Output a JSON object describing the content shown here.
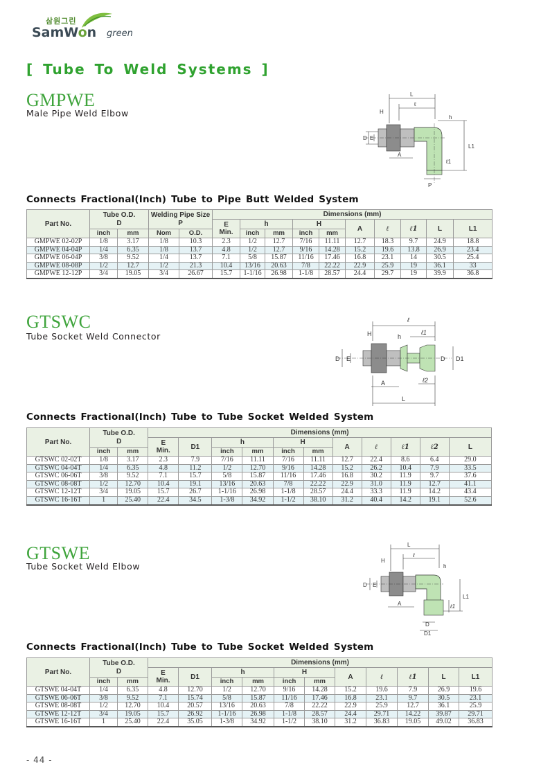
{
  "logo": {
    "korean": "삼원그린",
    "name_a": "SamW",
    "name_b": "o",
    "name_c": "n",
    "green": "green"
  },
  "section_title": "[ Tube To Weld Systems ]",
  "products": [
    {
      "code": "GMPWE",
      "subtitle": "Male Pipe Weld Elbow",
      "connects": "Connects Fractional(Inch) Tube to Pipe Butt Welded System",
      "header": {
        "part_no": "Part No.",
        "tube_od": "Tube O.D.",
        "tube_od_sym": "D",
        "welding": "Welding Pipe Size",
        "welding_sym": "P",
        "dimensions": "Dimensions (mm)",
        "e": "E",
        "e_min": "Min.",
        "h_small": "h",
        "h_big": "H",
        "inch": "inch",
        "mm": "mm",
        "nom": "Nom",
        "od": "O.D.",
        "a": "A",
        "l_script": "ℓ",
        "l1_script": "ℓ1",
        "L": "L",
        "L1": "L1"
      },
      "rows": [
        [
          "GMPWE 02-02P",
          "1/8",
          "3.17",
          "1/8",
          "10.3",
          "2.3",
          "1/2",
          "12.7",
          "7/16",
          "11.11",
          "12.7",
          "18.3",
          "9.7",
          "24.9",
          "18.8"
        ],
        [
          "GMPWE 04-04P",
          "1/4",
          "6.35",
          "1/8",
          "13.7",
          "4.8",
          "1/2",
          "12.7",
          "9/16",
          "14.28",
          "15.2",
          "19.6",
          "13.8",
          "26.9",
          "23.4"
        ],
        [
          "GMPWE 06-04P",
          "3/8",
          "9.52",
          "1/4",
          "13.7",
          "7.1",
          "5/8",
          "15.87",
          "11/16",
          "17.46",
          "16.8",
          "23.1",
          "14",
          "30.5",
          "25.4"
        ],
        [
          "GMPWE 08-08P",
          "1/2",
          "12.7",
          "1/2",
          "21.3",
          "10.4",
          "13/16",
          "20.63",
          "7/8",
          "22.22",
          "22.9",
          "25.9",
          "19",
          "36.1",
          "33"
        ],
        [
          "GMPWE 12-12P",
          "3/4",
          "19.05",
          "3/4",
          "26.67",
          "15.7",
          "1-1/16",
          "26.98",
          "1-1/8",
          "28.57",
          "24.4",
          "29.7",
          "19",
          "39.9",
          "36.8"
        ]
      ]
    },
    {
      "code": "GTSWC",
      "subtitle": "Tube Socket Weld Connector",
      "connects": "Connects Fractional(Inch) Tube to Tube Socket Welded System",
      "header": {
        "part_no": "Part No.",
        "tube_od": "Tube O.D.",
        "tube_od_sym": "D",
        "dimensions": "Dimensions (mm)",
        "e": "E",
        "e_min": "Min.",
        "d1": "D1",
        "h_small": "h",
        "h_big": "H",
        "inch": "inch",
        "mm": "mm",
        "a": "A",
        "l_script": "ℓ",
        "l1_script": "ℓ1",
        "l2_script": "ℓ2",
        "L": "L"
      },
      "rows": [
        [
          "GTSWC 02-02T",
          "1/8",
          "3.17",
          "2.3",
          "7.9",
          "7/16",
          "11.11",
          "7/16",
          "11.11",
          "12.7",
          "22.4",
          "8.6",
          "6.4",
          "29.0"
        ],
        [
          "GTSWC 04-04T",
          "1/4",
          "6.35",
          "4.8",
          "11.2",
          "1/2",
          "12.70",
          "9/16",
          "14.28",
          "15.2",
          "26.2",
          "10.4",
          "7.9",
          "33.5"
        ],
        [
          "GTSWC 06-06T",
          "3/8",
          "9.52",
          "7.1",
          "15.7",
          "5/8",
          "15.87",
          "11/16",
          "17.46",
          "16.8",
          "30.2",
          "11.9",
          "9.7",
          "37.6"
        ],
        [
          "GTSWC 08-08T",
          "1/2",
          "12.70",
          "10.4",
          "19.1",
          "13/16",
          "20.63",
          "7/8",
          "22.22",
          "22.9",
          "31.0",
          "11.9",
          "12.7",
          "41.1"
        ],
        [
          "GTSWC 12-12T",
          "3/4",
          "19.05",
          "15.7",
          "26.7",
          "1-1/16",
          "26.98",
          "1-1/8",
          "28.57",
          "24.4",
          "33.3",
          "11.9",
          "14.2",
          "43.4"
        ],
        [
          "GTSWC 16-16T",
          "1",
          "25.40",
          "22.4",
          "34.5",
          "1-3/8",
          "34.92",
          "1-1/2",
          "38.10",
          "31.2",
          "40.4",
          "14.2",
          "19.1",
          "52.6"
        ]
      ]
    },
    {
      "code": "GTSWE",
      "subtitle": "Tube Socket Weld Elbow",
      "connects": "Connects Fractional(Inch) Tube to Tube Socket Welded System",
      "header": {
        "part_no": "Part No.",
        "tube_od": "Tube O.D.",
        "tube_od_sym": "D",
        "dimensions": "Dimensions (mm)",
        "e": "E",
        "e_min": "Min.",
        "d1": "D1",
        "h_small": "h",
        "h_big": "H",
        "inch": "inch",
        "mm": "mm",
        "a": "A",
        "l_script": "ℓ",
        "l1_script": "ℓ1",
        "L": "L",
        "L1": "L1"
      },
      "rows": [
        [
          "GTSWE 04-04T",
          "1/4",
          "6.35",
          "4.8",
          "12.70",
          "1/2",
          "12.70",
          "9/16",
          "14.28",
          "15.2",
          "19.6",
          "7.9",
          "26.9",
          "19.6"
        ],
        [
          "GTSWE 06-06T",
          "3/8",
          "9.52",
          "7.1",
          "15.74",
          "5/8",
          "15.87",
          "11/16",
          "17.46",
          "16.8",
          "23.1",
          "9.7",
          "30.5",
          "23.1"
        ],
        [
          "GTSWE 08-08T",
          "1/2",
          "12.70",
          "10.4",
          "20.57",
          "13/16",
          "20.63",
          "7/8",
          "22.22",
          "22.9",
          "25.9",
          "12.7",
          "36.1",
          "25.9"
        ],
        [
          "GTSWE 12-12T",
          "3/4",
          "19.05",
          "15.7",
          "26.92",
          "1-1/16",
          "26.98",
          "1-1/8",
          "28.57",
          "24.4",
          "29.71",
          "14.22",
          "39.87",
          "29.71"
        ],
        [
          "GTSWE 16-16T",
          "1",
          "25.40",
          "22.4",
          "35.05",
          "1-3/8",
          "34.92",
          "1-1/2",
          "38.10",
          "31.2",
          "36.83",
          "19.05",
          "49.02",
          "36.83"
        ]
      ]
    }
  ],
  "diagram_labels": {
    "d1": {
      "L": "L",
      "l": "ℓ",
      "H": "H",
      "h": "h",
      "D": "D",
      "E": "E",
      "A": "A",
      "l1": "ℓ1",
      "L1": "L1",
      "P": "P"
    },
    "d2": {
      "l": "ℓ",
      "H": "H",
      "h": "h",
      "l1": "ℓ1",
      "D": "D",
      "E": "E",
      "D1": "D1",
      "A": "A",
      "l2": "ℓ2",
      "L": "L"
    },
    "d3": {
      "L": "L",
      "l": "ℓ",
      "H": "H",
      "h": "h",
      "D": "D",
      "E": "E",
      "A": "A",
      "l1": "ℓ1",
      "L1": "L1",
      "D_b": "D",
      "D1": "D1"
    }
  },
  "footer": "- 44 -"
}
